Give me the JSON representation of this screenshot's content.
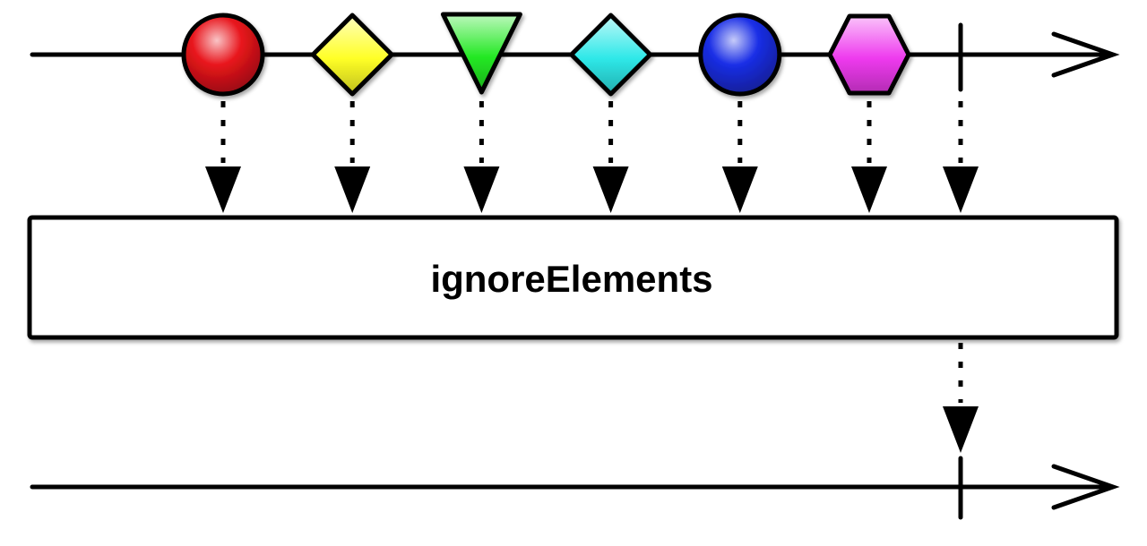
{
  "operator": {
    "label": "ignoreElements"
  },
  "source_items": [
    {
      "name": "red-circle",
      "shape": "circle",
      "color": "#e8141b"
    },
    {
      "name": "yellow-diamond",
      "shape": "diamond",
      "color": "#ffff26"
    },
    {
      "name": "green-triangle",
      "shape": "triangle",
      "color": "#23e823"
    },
    {
      "name": "cyan-diamond",
      "shape": "diamond",
      "color": "#2ee8e8"
    },
    {
      "name": "blue-circle",
      "shape": "circle",
      "color": "#1a2ee6"
    },
    {
      "name": "magenta-hexagon",
      "shape": "hexagon",
      "color": "#ee3aee"
    }
  ],
  "source_completes": true,
  "result_completes": true,
  "colors": {
    "line": "#000000",
    "box_fill": "#ffffff",
    "background": "#ffffff"
  }
}
